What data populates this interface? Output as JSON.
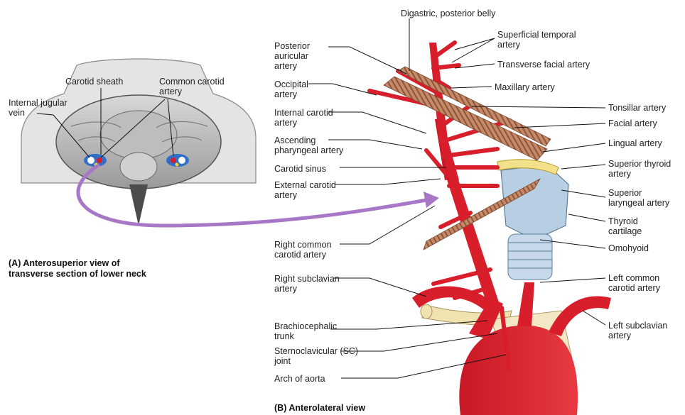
{
  "colors": {
    "artery": "#d81e2a",
    "artery_dark": "#a8121c",
    "muscle": "#b87a5a",
    "cartilage": "#b8cfe3",
    "arrow": "#a877c8",
    "yellow": "#f3e08a"
  },
  "captions": {
    "panel_a": "(A) Anterosuperior view of\ntransverse section of lower neck",
    "panel_b": "(B) Anterolateral view"
  },
  "labels_a": {
    "internal_jugular_vein": "Internal jugular\nvein",
    "carotid_sheath": "Carotid sheath",
    "common_carotid_artery": "Common carotid\nartery"
  },
  "labels_left": {
    "posterior_auricular_artery": "Posterior\nauricular\nartery",
    "occipital_artery": "Occipital\nartery",
    "internal_carotid_artery": "Internal carotid\nartery",
    "ascending_pharyngeal_artery": "Ascending\npharyngeal artery",
    "carotid_sinus": "Carotid sinus",
    "external_carotid_artery": "External carotid\nartery",
    "right_common_carotid_artery": "Right common\ncarotid artery",
    "right_subclavian_artery": "Right subclavian\nartery",
    "brachiocephalic_trunk": "Brachiocephalic\ntrunk",
    "sternoclavicular_joint": "Sternoclavicular (SC)\njoint",
    "arch_of_aorta": "Arch of aorta"
  },
  "labels_top": {
    "digastric_posterior_belly": "Digastric, posterior belly"
  },
  "labels_right": {
    "superficial_temporal_artery": "Superficial temporal\nartery",
    "transverse_facial_artery": "Transverse facial artery",
    "maxillary_artery": "Maxillary artery",
    "tonsillar_artery": "Tonsillar artery",
    "facial_artery": "Facial artery",
    "lingual_artery": "Lingual artery",
    "superior_thyroid_artery": "Superior thyroid\nartery",
    "superior_laryngeal_artery": "Superior\nlaryngeal artery",
    "thyroid_cartilage": "Thyroid\ncartilage",
    "omohyoid": "Omohyoid",
    "left_common_carotid_artery": "Left common\ncarotid artery",
    "left_subclavian_artery": "Left subclavian\nartery"
  }
}
